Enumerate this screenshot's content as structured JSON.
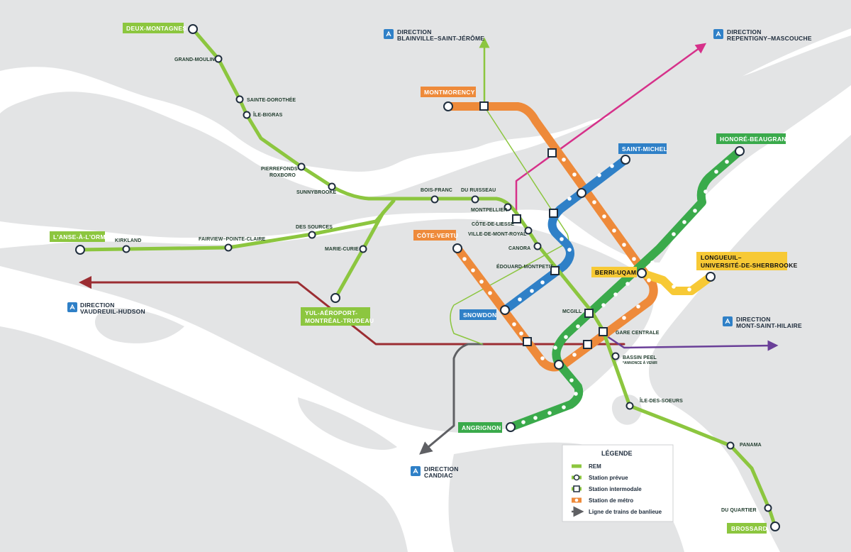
{
  "colors": {
    "rem": "#8cc63f",
    "green": "#3aaa4b",
    "orange": "#ee8a3a",
    "blue": "#2f80c7",
    "yellow": "#f7c935",
    "red": "#9b2d32",
    "magenta": "#d6318a",
    "purple": "#6a3f98",
    "grey": "#5f6064",
    "land": "#e3e4e5"
  },
  "terminals": {
    "deux_montagnes": "DEUX-MONTAGNES",
    "anse_a_lorme": "L'ANSE-À-L'ORME",
    "yul_line1": "YUL-AÉROPORT-",
    "yul_line2": "MONTRÉAL-TRUDEAU",
    "brossard": "BROSSARD",
    "montmorency": "MONTMORENCY",
    "cote_vertu": "CÔTE-VERTU",
    "saint_michel": "SAINT-MICHEL",
    "honore_beaugrand": "HONORÉ-BEAUGRAND",
    "angrignon": "ANGRIGNON",
    "snowdon": "SNOWDON",
    "berri_uqam": "BERRI-UQAM",
    "longueuil_line1": "LONGUEUIL–",
    "longueuil_line2": "UNIVERSITÉ-DE-SHERBROOKE"
  },
  "stations": {
    "grand_moulin": "GRAND-MOULIN",
    "sainte_dorothee": "SAINTE-DOROTHÉE",
    "ile_bigras": "ÎLE-BIGRAS",
    "pierrefonds_line1": "PIERREFONDS-",
    "pierrefonds_line2": "ROXBORO",
    "sunnybrooke": "SUNNYBROOKE",
    "bois_franc": "BOIS-FRANC",
    "du_ruisseau": "DU RUISSEAU",
    "montpellier": "MONTPELLIER",
    "cote_de_liesse": "CÔTE-DE-LIESSE",
    "ville_de_mont_royal": "VILLE-DE-MONT-ROYAL",
    "canora": "CANORA",
    "edouard_montpetit": "ÉDOUARD-MONTPETIT",
    "mcgill": "MCGILL",
    "gare_centrale": "GARE CENTRALE",
    "bassin_peel": "BASSIN PEEL",
    "bassin_peel_note": "*ANNONCE À VENIR",
    "ile_des_soeurs": "ÎLE-DES-SOEURS",
    "panama": "PANAMA",
    "du_quartier": "DU QUARTIER",
    "kirkland": "KIRKLAND",
    "fairview": "FAIRVIEW–POINTE-CLAIRE",
    "des_sources": "DES SOURCES",
    "marie_curie": "MARIE-CURIE"
  },
  "directions": {
    "blainville_line1": "DIRECTION",
    "blainville_line2": "BLAINVILLE–SAINT-JÉRÔME",
    "repentigny_line1": "DIRECTION",
    "repentigny_line2": "REPENTIGNY–MASCOUCHE",
    "vaudreuil_line1": "DIRECTION",
    "vaudreuil_line2": "VAUDREUIL-HUDSON",
    "msh_line1": "DIRECTION",
    "msh_line2": "MONT-SAINT-HILAIRE",
    "candiac_line1": "DIRECTION",
    "candiac_line2": "CANDIAC"
  },
  "legend": {
    "title": "LÉGENDE",
    "rem": "REM",
    "station_prevue": "Station prévue",
    "station_intermodale": "Station intermodale",
    "station_metro": "Station de métro",
    "ligne_trains": "Ligne de trains de banlieue"
  },
  "icons": {
    "commuter_train": "exo-train-icon",
    "arrow": "direction-arrow-icon"
  }
}
